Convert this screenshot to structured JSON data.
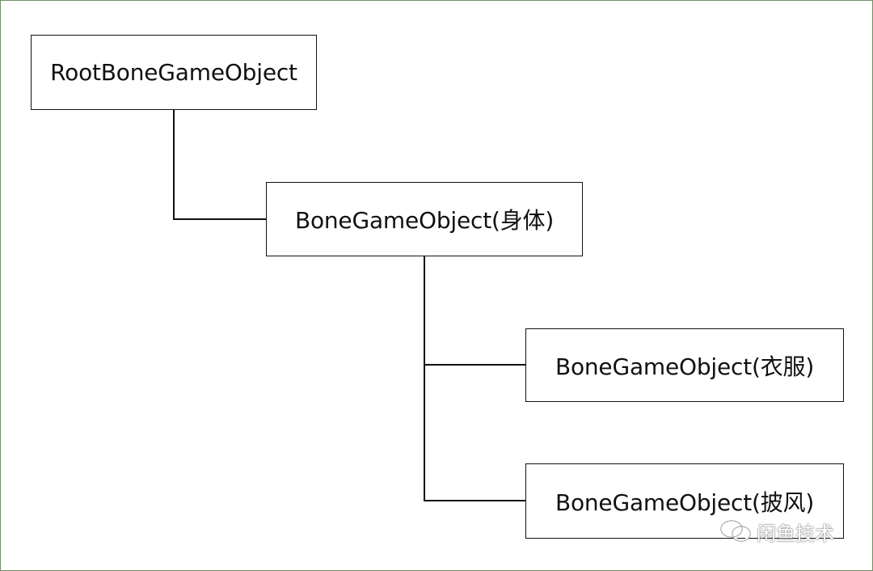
{
  "nodes": {
    "root": "RootBoneGameObject",
    "body": "BoneGameObject(身体)",
    "clothes": "BoneGameObject(衣服)",
    "cape": "BoneGameObject(披风)"
  },
  "edges": [
    {
      "from": "root",
      "to": "body"
    },
    {
      "from": "body",
      "to": "clothes"
    },
    {
      "from": "body",
      "to": "cape"
    }
  ],
  "watermark": {
    "text": "闲鱼技术",
    "icon": "wechat-icon"
  }
}
